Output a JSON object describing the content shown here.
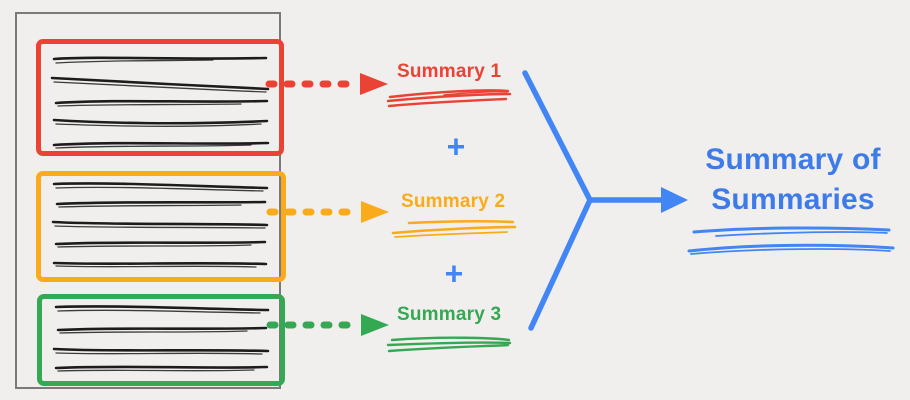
{
  "title": {
    "line1": "Summary of",
    "line2": "Summaries"
  },
  "summaries": [
    {
      "label": "Summary 1",
      "color_name": "red"
    },
    {
      "label": "Summary 2",
      "color_name": "orange"
    },
    {
      "label": "Summary 3",
      "color_name": "green"
    }
  ],
  "plus_symbol": "+",
  "document": {
    "sections": [
      {
        "color_name": "red",
        "text_lines": 5
      },
      {
        "color_name": "orange",
        "text_lines": 5
      },
      {
        "color_name": "green",
        "text_lines": 4
      }
    ]
  },
  "colors": {
    "red": "#EA4335",
    "orange": "#FAAB1C",
    "green": "#34A853",
    "blue": "#4285F4",
    "blue-text": "#3D7BE8",
    "ink": "#1c1c1c",
    "doc-border": "#7a7a7a",
    "background": "#f0efed"
  }
}
